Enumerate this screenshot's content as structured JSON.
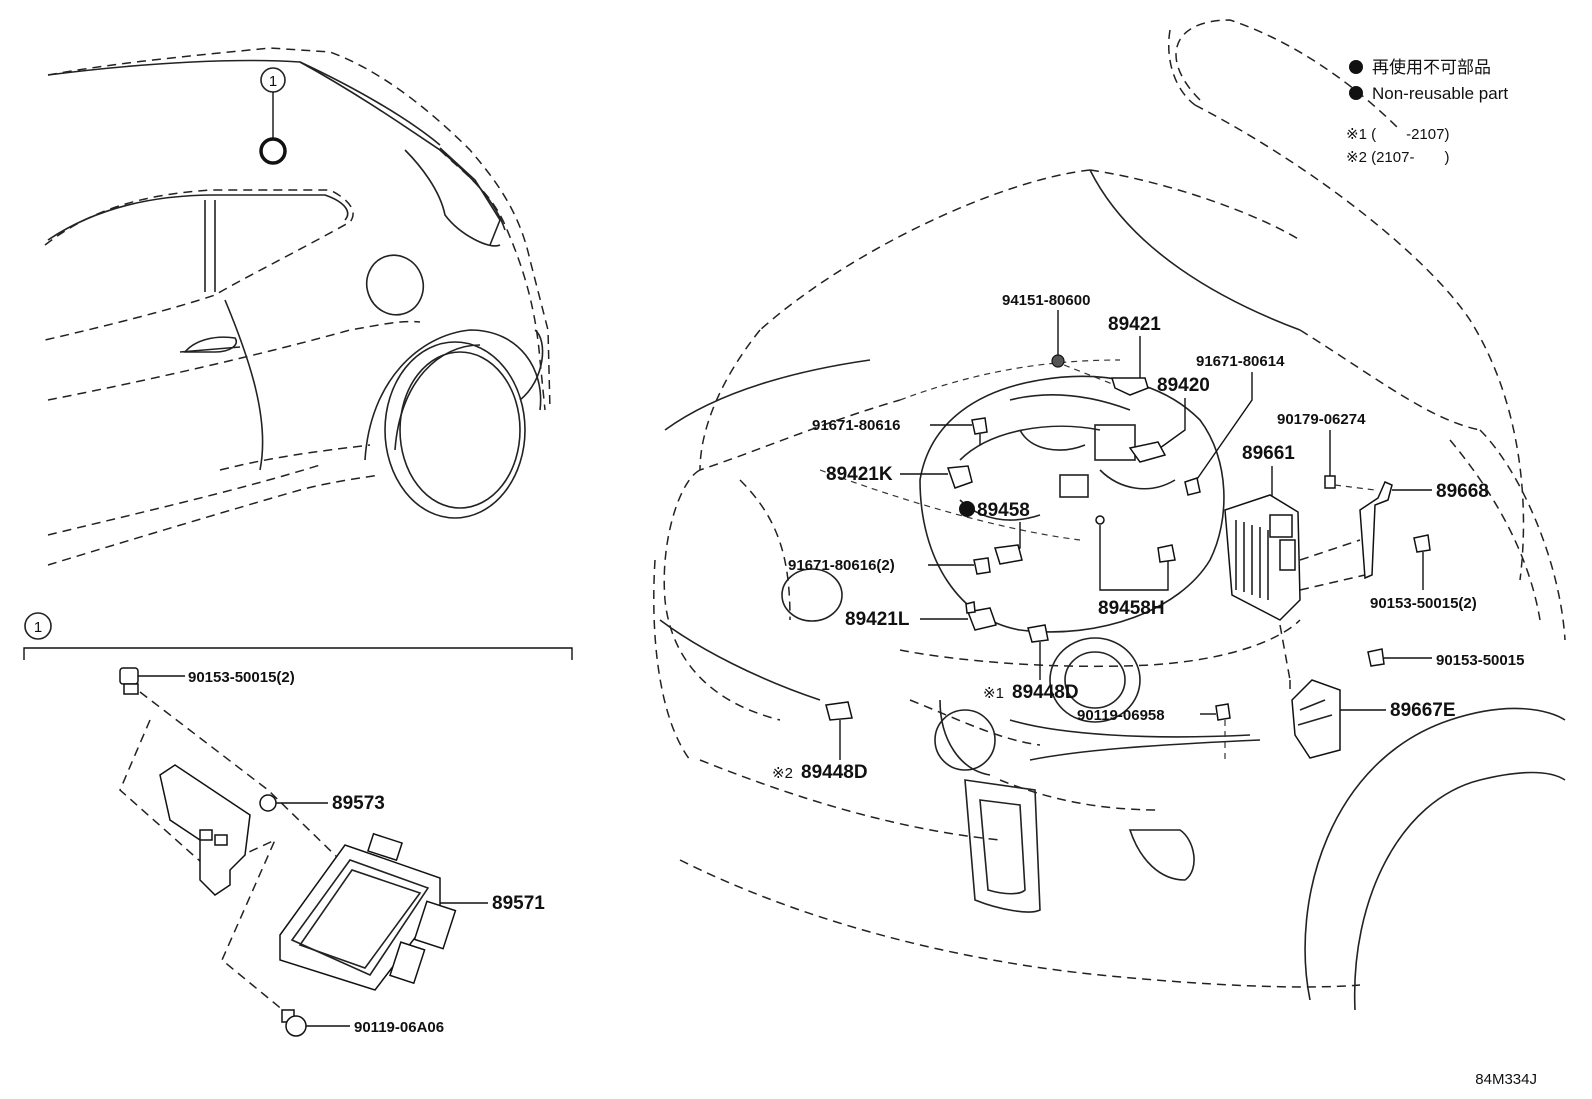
{
  "legend": {
    "line1": "再使用不可部品",
    "line2": "Non-reusable part",
    "note1": "※1 (　　-2107)",
    "note2": "※2 (2107-　　)"
  },
  "callout": {
    "marker": "1"
  },
  "inset": {
    "marker": "1"
  },
  "parts": {
    "p94151_80600": "94151-80600",
    "p89421": "89421",
    "p89420": "89420",
    "p91671_80614": "91671-80614",
    "p91671_80616": "91671-80616",
    "p90179_06274": "90179-06274",
    "p89661": "89661",
    "p89421K": "89421K",
    "p89668": "89668",
    "p89458": "89458",
    "p91671_80616_2": "91671-80616(2)",
    "p90153_50015_2r": "90153-50015(2)",
    "p89421L": "89421L",
    "p89458H": "89458H",
    "p90153_50015": "90153-50015",
    "p89448D_1": "89448D",
    "p89448D_1_mark": "※1",
    "p90119_06958": "90119-06958",
    "p89667E": "89667E",
    "p89448D_2": "89448D",
    "p89448D_2_mark": "※2",
    "p90153_50015_2l": "90153-50015(2)",
    "p89573": "89573",
    "p89571": "89571",
    "p90119_06A06": "90119-06A06"
  },
  "figure_ref": "84M334J"
}
